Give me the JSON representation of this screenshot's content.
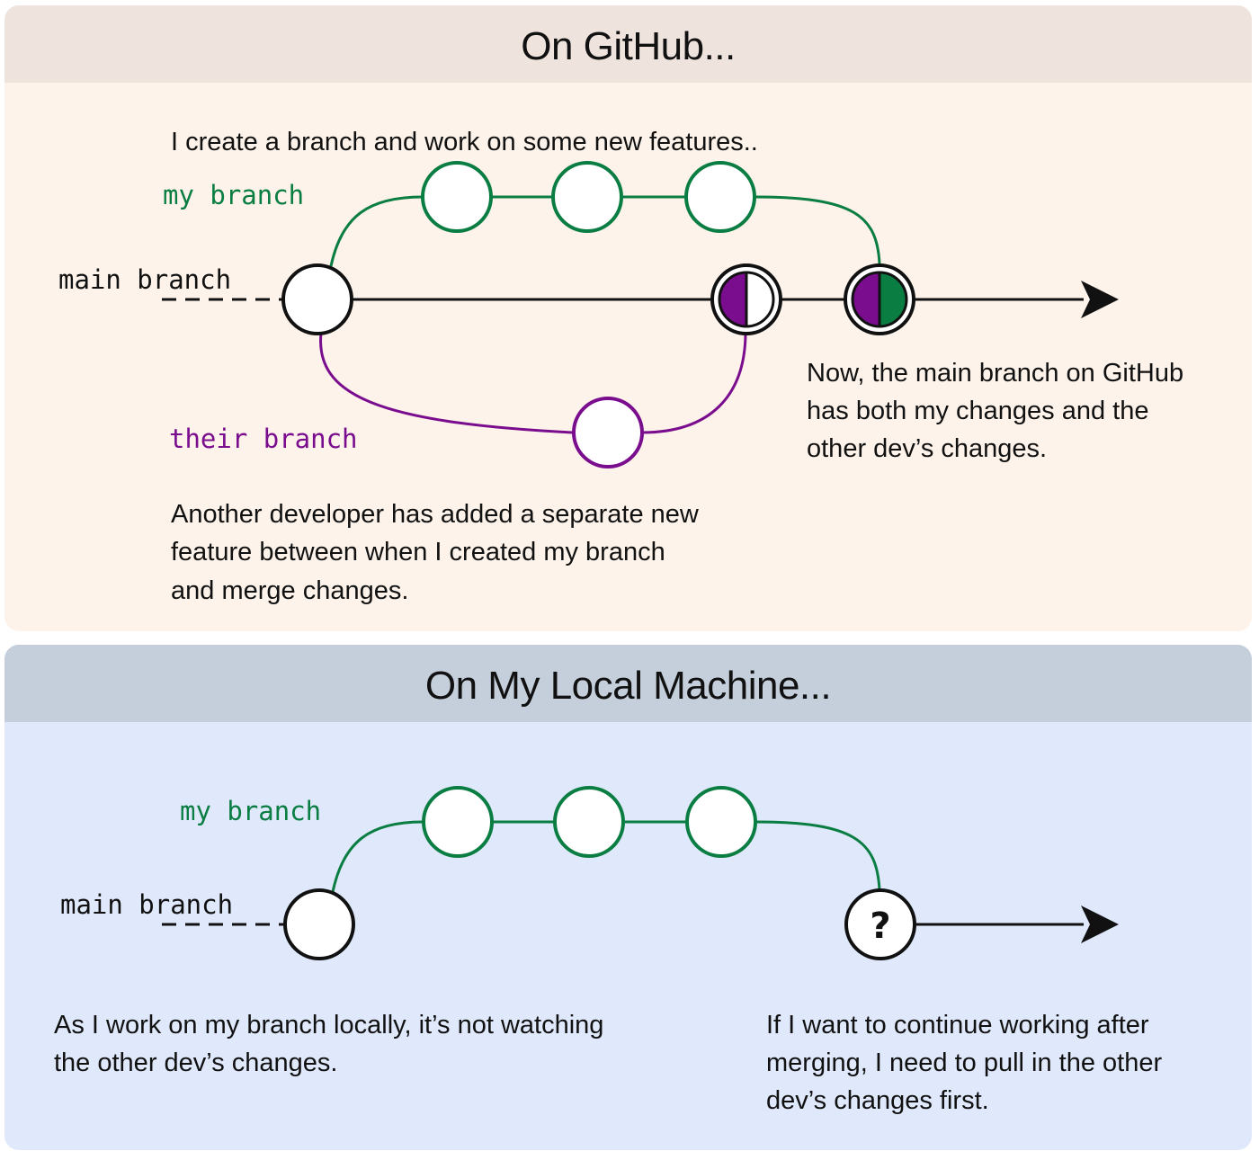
{
  "github": {
    "title": "On GitHub...",
    "caption_top": "I create a branch and work on some new features..",
    "label_my_branch": "my branch",
    "label_main_branch": "main branch",
    "label_their_branch": "their branch",
    "caption_bottom_lines": [
      "Another developer has added a separate new",
      "feature between when I created my branch",
      "and merge changes."
    ],
    "caption_right_lines": [
      "Now, the main branch on GitHub",
      "has both my changes and the",
      "other dev’s changes."
    ]
  },
  "local": {
    "title": "On My Local Machine...",
    "label_my_branch": "my branch",
    "label_main_branch": "main branch",
    "unknown_commit_symbol": "?",
    "caption_left_lines": [
      "As I work on my branch locally, it’s not watching",
      "the other dev’s changes."
    ],
    "caption_right_lines": [
      "If I want to continue working after",
      "merging, I need to pull in the other",
      "dev’s changes first."
    ]
  },
  "colors": {
    "my_branch": "#0a7d42",
    "their_branch": "#7a0c8e",
    "main_line": "#111111",
    "github_panel": "#fdf3ea",
    "github_header": "#efe4dd",
    "local_panel": "#dfe9fb",
    "local_header": "#c5cfdc"
  }
}
